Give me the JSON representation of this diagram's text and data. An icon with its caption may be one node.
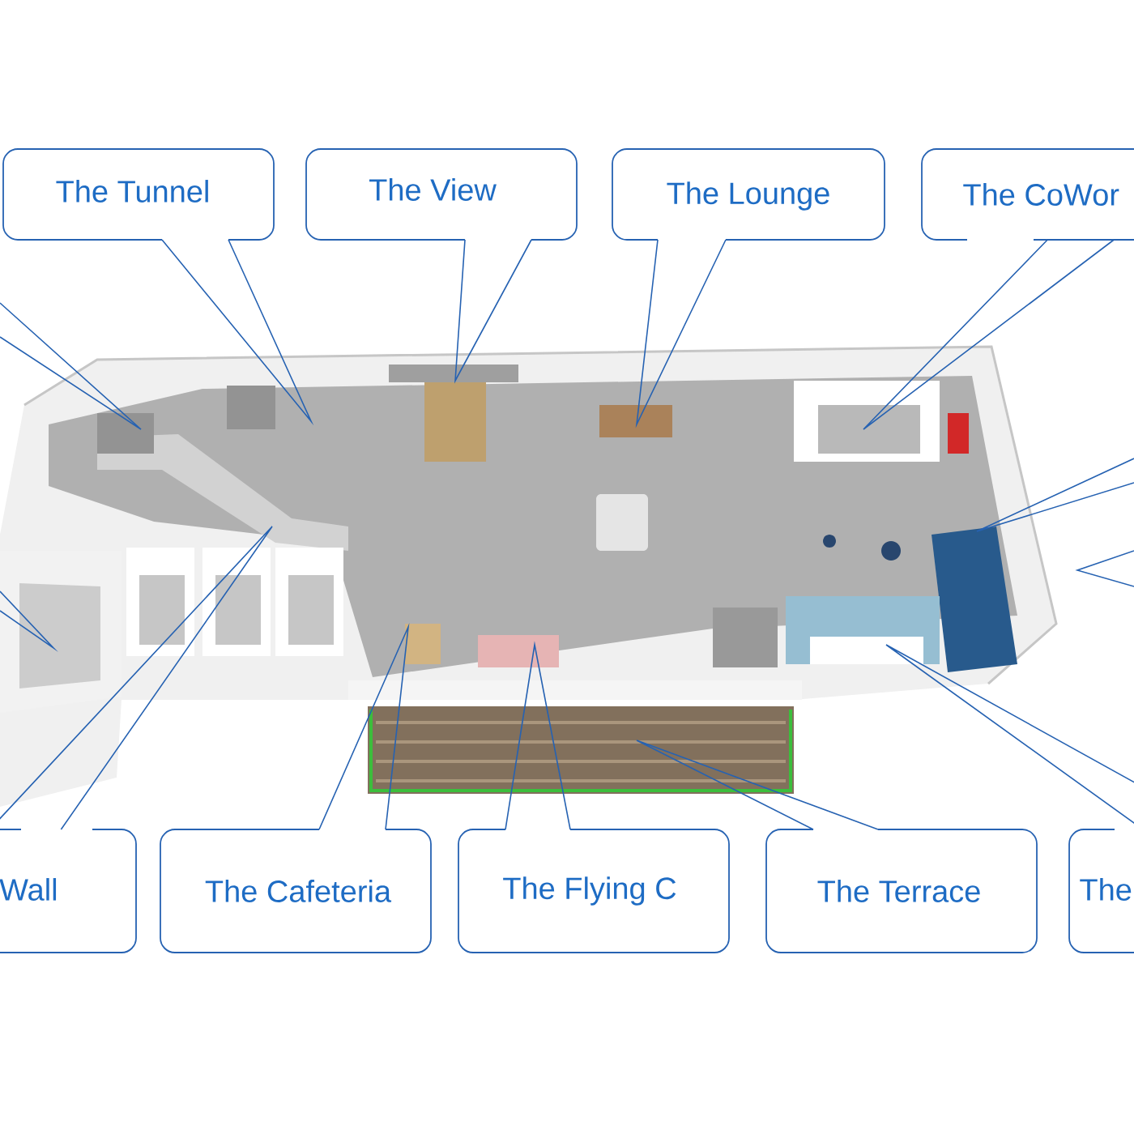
{
  "diagram": {
    "nodes": [
      {
        "text": [
          "The Tunnel"
        ]
      },
      {
        "text": [
          "The View"
        ]
      },
      {
        "text": [
          "The Lounge"
        ]
      },
      {
        "text": [
          "The CoWor"
        ]
      },
      {
        "text": [
          "Wall"
        ]
      },
      {
        "text": [
          "The Cafeteria"
        ]
      },
      {
        "text": [
          "The Flying C"
        ]
      },
      {
        "text": [
          "The Terrace"
        ]
      },
      {
        "text": [
          "The"
        ]
      }
    ],
    "edges": [
      {
        "from": 0,
        "to": null,
        "arrow": "none"
      },
      {
        "from": 1,
        "to": null,
        "arrow": "none"
      },
      {
        "from": 2,
        "to": null,
        "arrow": "none"
      },
      {
        "from": 3,
        "to": null,
        "arrow": "none"
      },
      {
        "from": 4,
        "to": null,
        "arrow": "none"
      },
      {
        "from": 5,
        "to": null,
        "arrow": "none"
      },
      {
        "from": 6,
        "to": null,
        "arrow": "none"
      },
      {
        "from": 7,
        "to": null,
        "arrow": "none"
      },
      {
        "from": 8,
        "to": null,
        "arrow": "none"
      }
    ]
  }
}
